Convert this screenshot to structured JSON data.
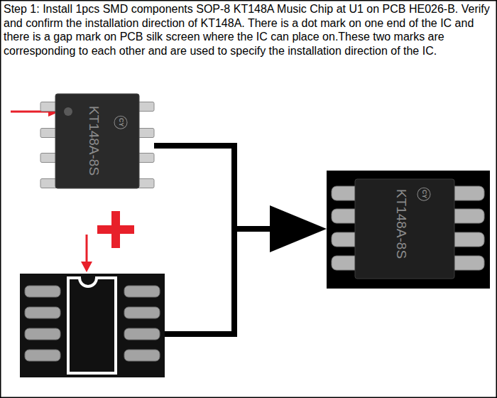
{
  "diagram": {
    "title": "Step 1: Install 1pcs SMD components SOP-8 KT148A Music Chip at U1 on PCB HE026-B. Verify and confirm the installation direction of KT148A. There is a dot mark on one end of the IC and there is a gap mark on PCB silk screen where the IC can place on.These two marks are corresponding to each other and are used to specify the installation direction of the IC.",
    "nodes": [
      {
        "text": [
          "CY",
          "KT148A-8S"
        ]
      },
      {
        "text": [
          "CY",
          "KT148A-8S"
        ]
      }
    ],
    "edges": [
      {
        "from": 0,
        "to": 1,
        "arrow": "to"
      }
    ]
  }
}
